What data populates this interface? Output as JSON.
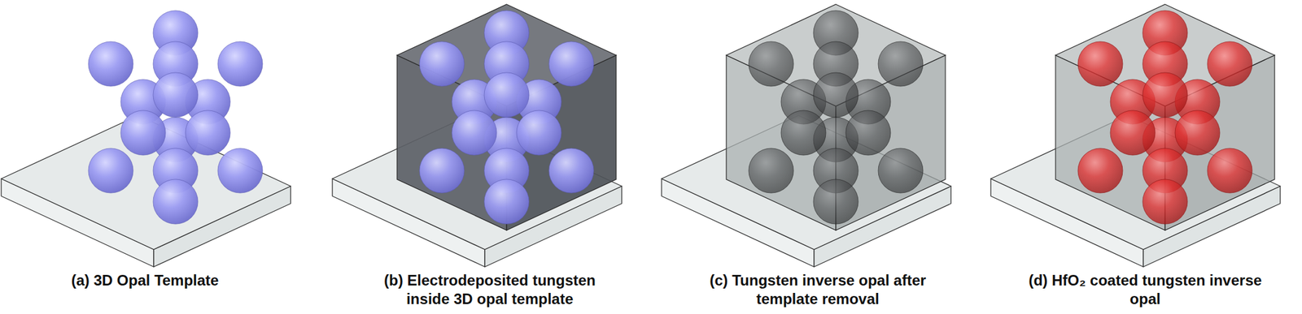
{
  "diagram": {
    "labels": [
      "(a) 3D Opal Template",
      "(b) Electrodeposited tungsten inside 3D opal template",
      "(c) Tungsten inverse opal after template removal",
      "(d) HfO₂ coated tungsten inverse opal"
    ]
  }
}
